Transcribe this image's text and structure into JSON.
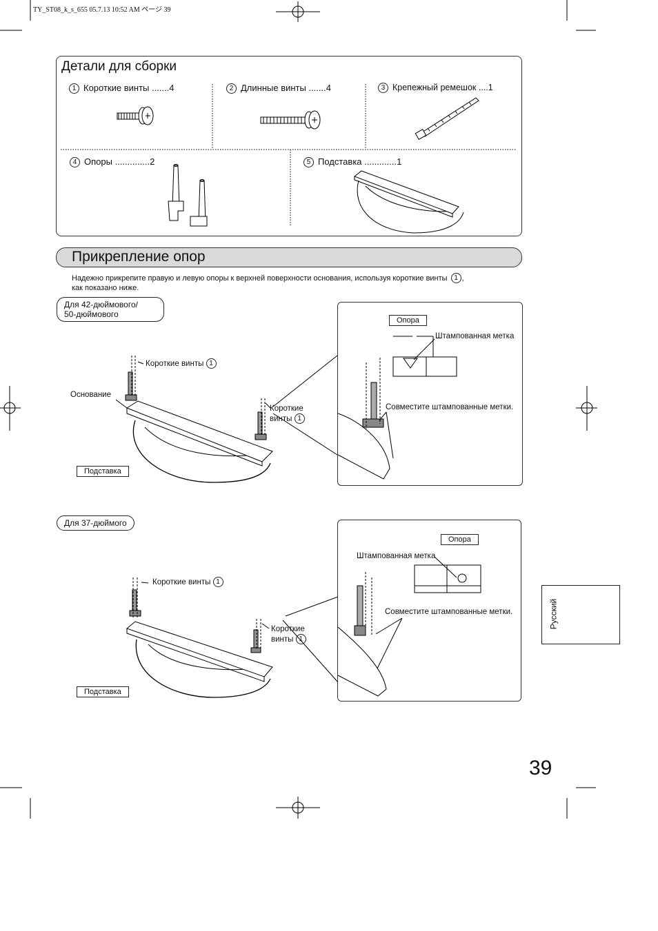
{
  "header": "TY_ST08_k_s_655  05.7.13 10:52 AM   ページ 39",
  "parts": {
    "title": "Детали для сборки",
    "items": [
      {
        "n": "1",
        "label": "Короткие винты .......4"
      },
      {
        "n": "2",
        "label": "Длинные винты .......4"
      },
      {
        "n": "3",
        "label": "Крепежный ремешок ....1"
      },
      {
        "n": "4",
        "label": "Опоры ..............2"
      },
      {
        "n": "5",
        "label": "Подставка .............1"
      }
    ]
  },
  "section": {
    "title": "Прикрепление опор",
    "intro_line1": "Надежно прикрепите правую и левую опоры к верхней поверхности основания, используя короткие винты",
    "intro_n": "1",
    "intro_tail": ",",
    "intro_line2": "как показано ниже."
  },
  "model_a": {
    "label_line1": "Для 42-дюймового/",
    "label_line2": "50-дюймового",
    "short_screws": "Короткие винты",
    "base": "Основание",
    "short_line1": "Короткие",
    "short_line2": "винты",
    "stand": "Подставка",
    "detail_tag": "Опора",
    "stamped_mark": "Штампованная метка",
    "align": "Совместите штампованные метки."
  },
  "model_b": {
    "label": "Для 37-дюймого",
    "short_screws": "Короткие винты",
    "short_line1": "Короткие",
    "short_line2": "винты",
    "stand": "Подставка",
    "detail_tag": "Опора",
    "stamped_mark": "Штампованная метка",
    "align": "Совместите штампованные метки."
  },
  "screw_n": "1",
  "side_tab": "Русский",
  "page_number": "39"
}
